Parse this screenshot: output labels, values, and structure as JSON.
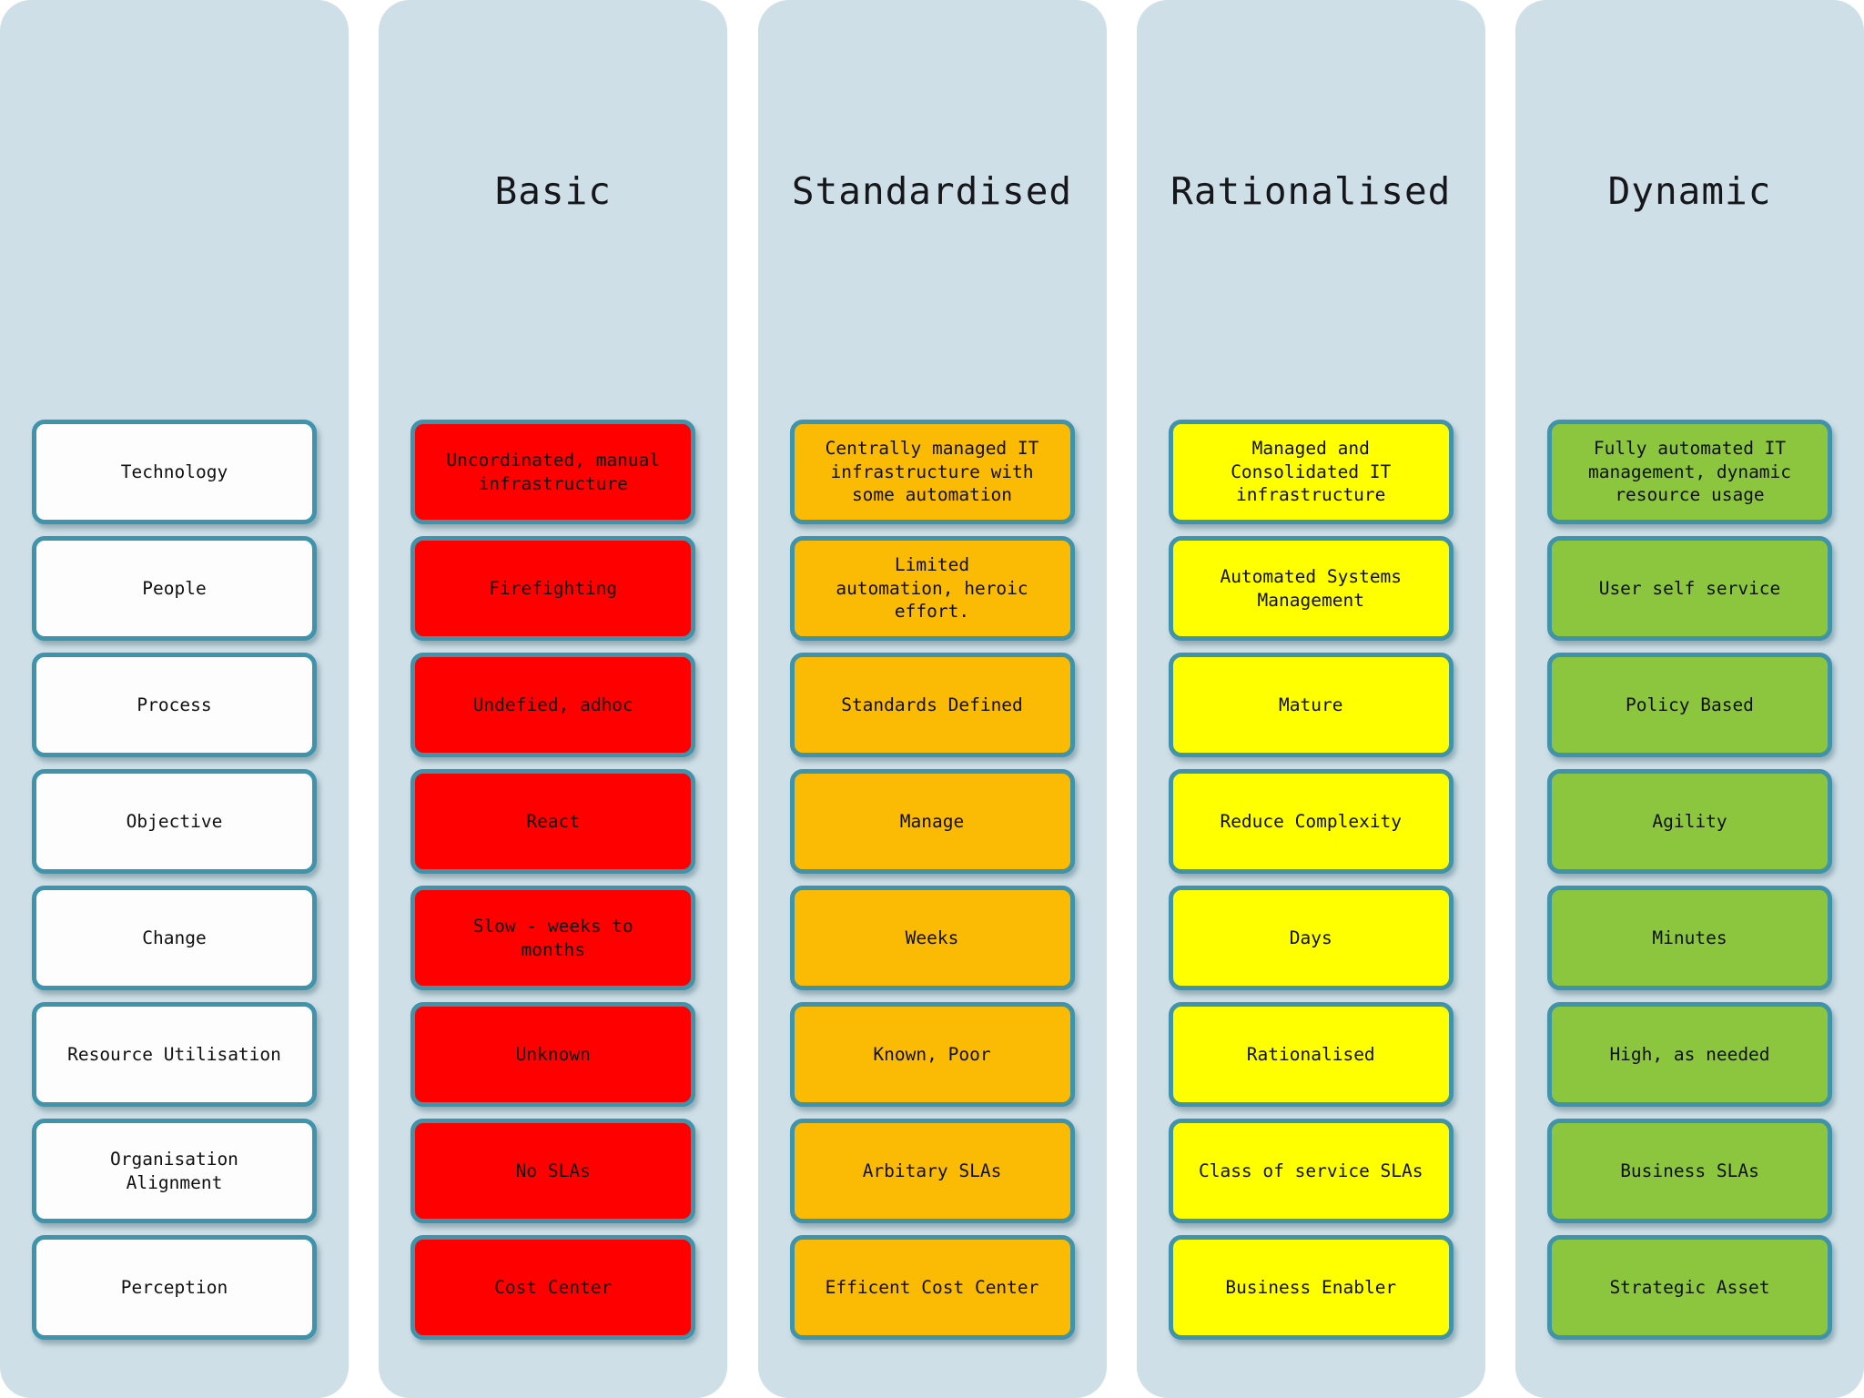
{
  "columns": [
    {
      "key": "dimensions",
      "header": "",
      "color": "#fdfdfd",
      "cells": [
        "Technology",
        "People",
        "Process",
        "Objective",
        "Change",
        "Resource Utilisation",
        "Organisation\nAlignment",
        "Perception"
      ]
    },
    {
      "key": "basic",
      "header": "Basic",
      "color": "#fe0000",
      "cells": [
        "Uncordinated, manual\ninfrastructure",
        "Firefighting",
        "Undefied, adhoc",
        "React",
        "Slow - weeks to\nmonths",
        "Unknown",
        "No SLAs",
        "Cost Center"
      ]
    },
    {
      "key": "standardised",
      "header": "Standardised",
      "color": "#fbbb05",
      "cells": [
        "Centrally managed IT\ninfrastructure with\nsome automation",
        "Limited\nautomation, heroic\neffort.",
        "Standards Defined",
        "Manage",
        "Weeks",
        "Known, Poor",
        "Arbitary SLAs",
        "Efficent Cost Center"
      ]
    },
    {
      "key": "rationalised",
      "header": "Rationalised",
      "color": "#ffff00",
      "cells": [
        "Managed and\nConsolidated IT\ninfrastructure",
        "Automated Systems\nManagement",
        "Mature",
        "Reduce Complexity",
        "Days",
        "Rationalised",
        "Class of service SLAs",
        "Business Enabler"
      ]
    },
    {
      "key": "dynamic",
      "header": "Dynamic",
      "color": "#8cc63f",
      "cells": [
        "Fully automated IT\nmanagement, dynamic\nresource usage",
        "User self service",
        "Policy Based",
        "Agility",
        "Minutes",
        "High, as needed",
        "Business SLAs",
        "Strategic Asset"
      ]
    }
  ],
  "theme": {
    "column_background": "#cfdfe7",
    "cell_border": "#3f93ab",
    "page_background": "#ffffff",
    "text_color": "#101010"
  }
}
